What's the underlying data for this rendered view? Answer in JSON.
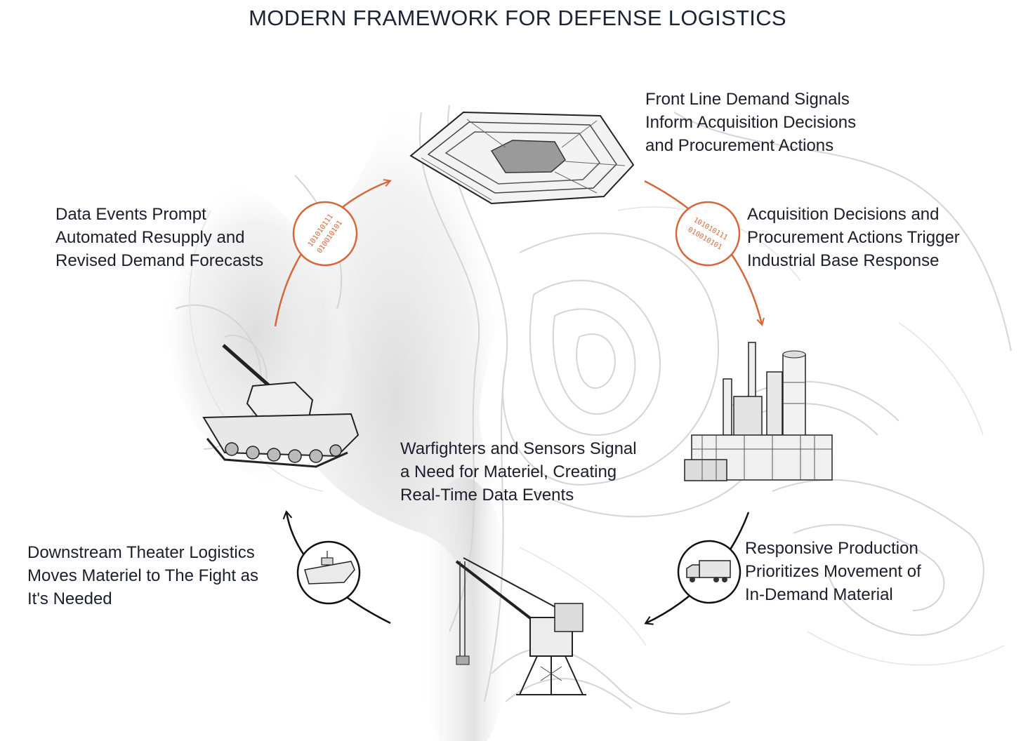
{
  "title": "MODERN FRAMEWORK FOR DEFENSE LOGISTICS",
  "accent_color": "#d4683a",
  "stages": {
    "front_line": {
      "lines": [
        "Front Line Demand Signals",
        "Inform Acquisition Decisions",
        "and Procurement Actions"
      ],
      "icon": "pentagon-icon"
    },
    "acquisition": {
      "lines": [
        "Acquisition Decisions and",
        "Procurement Actions Trigger",
        "Industrial Base Response"
      ],
      "icon": "factory-icon"
    },
    "production": {
      "lines": [
        "Responsive Production",
        "Prioritizes Movement of",
        "In-Demand Material"
      ],
      "icon": "truck-icon"
    },
    "warfighters": {
      "lines": [
        "Warfighters and Sensors Signal",
        "a Need for Materiel, Creating",
        "Real-Time Data Events"
      ],
      "icon": "crane-icon"
    },
    "theater": {
      "lines": [
        "Downstream Theater Logistics",
        "Moves Materiel to The Fight as",
        "It's Needed"
      ],
      "icon": "ship-icon"
    },
    "data_events": {
      "lines": [
        "Data Events Prompt",
        "Automated Resupply and",
        "Revised Demand Forecasts"
      ],
      "icon": "tank-icon"
    }
  },
  "binary_badges": [
    {
      "line1": "101010111",
      "line2": "010010101"
    },
    {
      "line1": "101010111",
      "line2": "010010101"
    }
  ]
}
